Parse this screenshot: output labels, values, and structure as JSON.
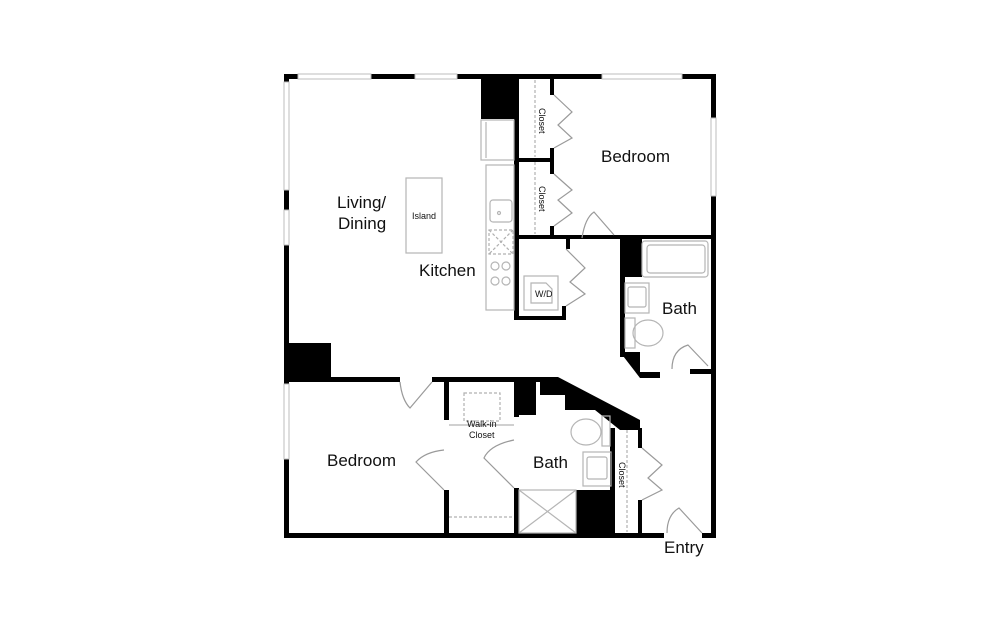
{
  "plan": {
    "rooms": {
      "living_dining_line1": "Living/",
      "living_dining_line2": "Dining",
      "kitchen": "Kitchen",
      "island": "Island",
      "bedroom_main": "Bedroom",
      "bedroom_second": "Bedroom",
      "bath_main": "Bath",
      "bath_second": "Bath",
      "closet_1": "Closet",
      "closet_2": "Closet",
      "closet_entry": "Closet",
      "walk_in_line1": "Walk-in",
      "walk_in_line2": "Closet",
      "washer_dryer": "W/D",
      "entry": "Entry"
    },
    "colors": {
      "wall": "#000000",
      "fixture": "#b5b5b5",
      "background": "#ffffff"
    }
  }
}
